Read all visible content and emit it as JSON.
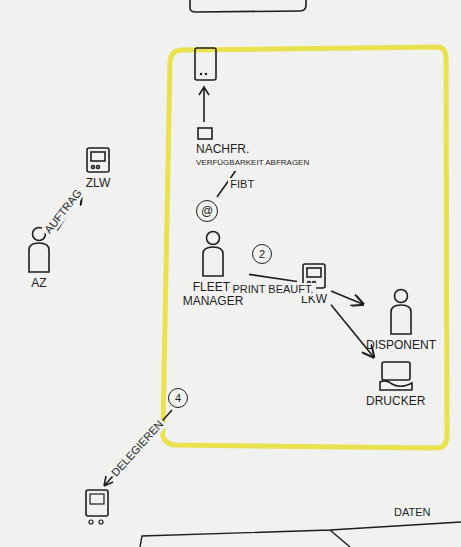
{
  "diagram": {
    "nodes": [
      {
        "text": [
          "AZ"
        ]
      },
      {
        "text": [
          "ZLW"
        ]
      },
      {
        "text": [
          "NACHFR.",
          "VERFÜGBARKEIT ABFRAGEN"
        ]
      },
      {
        "text": [
          "@"
        ]
      },
      {
        "text": [
          "FLEET-MANAGER"
        ]
      },
      {
        "text": [
          "LKW"
        ]
      },
      {
        "text": [
          "DISPONENT"
        ]
      },
      {
        "text": [
          "DRUCKER"
        ]
      }
    ],
    "edges": [
      {
        "from": 0,
        "to": 1,
        "label": "AUFTRAG",
        "arrow": "to"
      },
      {
        "from": 3,
        "to": 2,
        "label": "FIBT",
        "arrow": "none"
      },
      {
        "from": 4,
        "to": 5,
        "label": "PRINT BEAUFT.",
        "arrow": "none"
      },
      {
        "from": 5,
        "to": 6,
        "arrow": "to"
      },
      {
        "from": 5,
        "to": 7,
        "arrow": "to"
      }
    ],
    "labels": [
      "2",
      "4",
      "DELEGIEREN",
      "DATEN"
    ]
  }
}
